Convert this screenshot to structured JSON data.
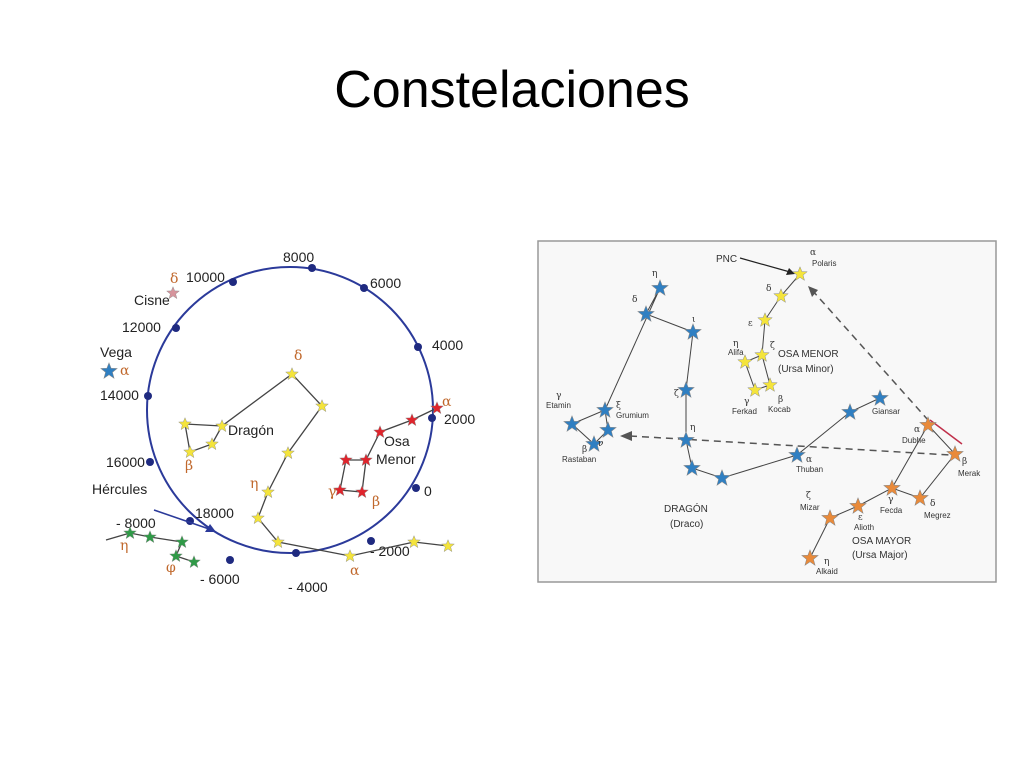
{
  "slide": {
    "title": "Constelaciones"
  },
  "left": {
    "years": [
      "8000",
      "6000",
      "10000",
      "12000",
      "4000",
      "14000",
      "2000",
      "16000",
      "0",
      "18000",
      "- 8000",
      "- 2000",
      "- 6000",
      "- 4000"
    ],
    "names": {
      "cisne": "Cisne",
      "vega": "Vega",
      "dragon": "Dragón",
      "osa_menor_1": "Osa",
      "osa_menor_2": "Menor",
      "hercules": "Hércules"
    },
    "greek": {
      "delta": "δ",
      "alpha": "α",
      "beta": "β",
      "gamma": "γ",
      "eta": "η",
      "phi": "φ"
    }
  },
  "right": {
    "pnc": "PNC",
    "polaris": "Polaris",
    "osa_menor_1": "OSA MENOR",
    "osa_menor_2": "(Ursa Minor)",
    "dragon_1": "DRAGÓN",
    "dragon_2": "(Draco)",
    "osa_mayor_1": "OSA MAYOR",
    "osa_mayor_2": "(Ursa Major)",
    "stars": [
      "Alifa",
      "Ferkad",
      "Kocab",
      "Etamin",
      "Grumium",
      "Rastaban",
      "Thuban",
      "Giansar",
      "Dubhe",
      "Merak",
      "Mizar",
      "Alioth",
      "Fecda",
      "Megrez",
      "Alkaid"
    ],
    "greek": {
      "alpha": "α",
      "beta": "β",
      "gamma": "γ",
      "delta": "δ",
      "epsilon": "ε",
      "zeta": "ζ",
      "eta": "η",
      "iota": "ι",
      "nu": "ν",
      "xi": "ξ"
    }
  },
  "colors": {
    "circle": "#2b3a9a",
    "yellow": "#f4e43c",
    "red": "#e0242c",
    "green": "#2f9a47",
    "blue": "#2f7fc2",
    "orange": "#e98a3a",
    "pink": "#d6949c",
    "line": "#444444"
  }
}
